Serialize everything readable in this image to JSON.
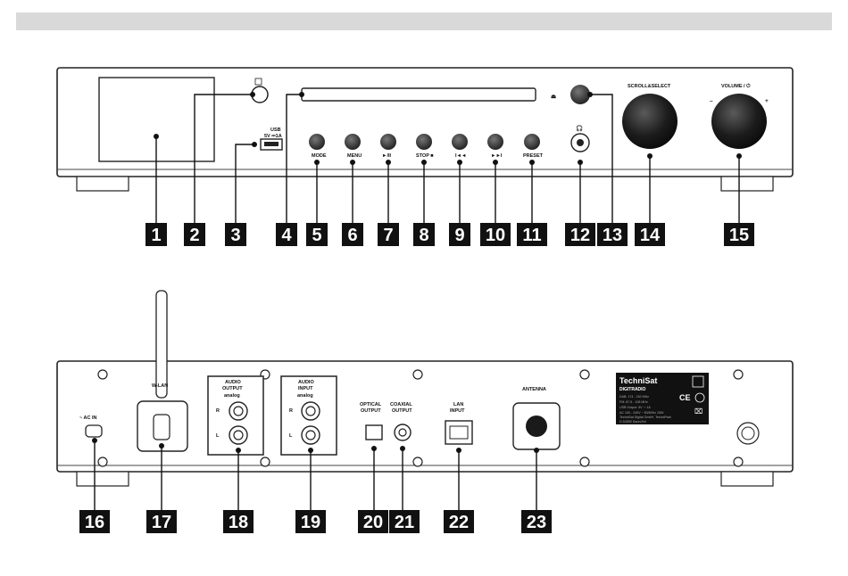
{
  "front_labels": {
    "usb": "USB",
    "usb_rating": "5V ⎓1A",
    "mode": "MODE",
    "menu": "MENU",
    "play_pause": "►/II",
    "stop": "STOP ■",
    "prev": "I◄◄",
    "next": "►►I",
    "preset": "PRESET",
    "scroll_select": "SCROLL&SELECT",
    "volume": "VOLUME / ⏻",
    "vol_minus": "–",
    "vol_plus": "+"
  },
  "rear_labels": {
    "ac_in": "~ AC IN",
    "wlan": "W-LAN",
    "audio_output_1": "AUDIO",
    "audio_output_2": "OUTPUT",
    "audio_output_3": "analog",
    "audio_input_1": "AUDIO",
    "audio_input_2": "INPUT",
    "audio_input_3": "analog",
    "r": "R",
    "l": "L",
    "optical_1": "OPTICAL",
    "optical_2": "OUTPUT",
    "coaxial_1": "COAXIAL",
    "coaxial_2": "OUTPUT",
    "lan_1": "LAN",
    "lan_2": "INPUT",
    "antenna": "ANTENNA"
  },
  "rating_plate": {
    "brand": "TechniSat",
    "model": "DIGITRADIO",
    "line1": "DAB: 174 - 240 MHz",
    "line2": "FM: 87,5 - 108 MHz",
    "line3": "USB Output: 5V ⎓ 1A",
    "line4": "AC 100 - 240V ~ 50/60Hz 15W",
    "line5": "TechniSat Digital GmbH, TechniPark",
    "line6": "D-54550 Daun/Ahr"
  },
  "callouts": [
    "1",
    "2",
    "3",
    "4",
    "5",
    "6",
    "7",
    "8",
    "9",
    "10",
    "11",
    "12",
    "13",
    "14",
    "15",
    "16",
    "17",
    "18",
    "19",
    "20",
    "21",
    "22",
    "23"
  ],
  "colors": {
    "callout_bg": "#111111",
    "button": "#2a2a2a",
    "knob": "#1a1a1a",
    "outline": "#222222"
  }
}
